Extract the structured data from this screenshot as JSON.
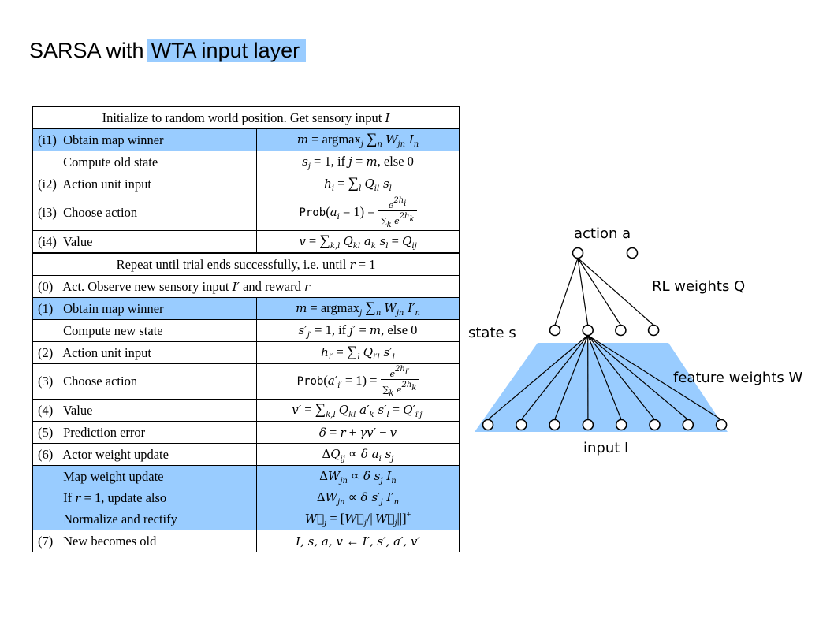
{
  "title": {
    "plain": "SARSA with",
    "highlight": "WTA input layer"
  },
  "table1": {
    "header": "Initialize to random world position. Get sensory input I",
    "rows": [
      {
        "num": "(i1)",
        "label": "Obtain map winner",
        "formula": "m = argmax_j Σ_n W_jn I_n",
        "highlight": true
      },
      {
        "num": "",
        "label": "Compute old state",
        "formula": "s_j = 1, if j = m, else 0",
        "highlight": false
      },
      {
        "num": "(i2)",
        "label": "Action unit input",
        "formula": "h_i = Σ_l Q_il s_l",
        "highlight": false
      },
      {
        "num": "(i3)",
        "label": "Choose action",
        "formula": "Prob(a_i = 1) = e^{2h_i} / Σ_k e^{2h_k}",
        "highlight": false
      },
      {
        "num": "(i4)",
        "label": "Value",
        "formula": "v = Σ_{k,l} Q_kl a_k s_l = Q_ij",
        "highlight": false
      }
    ]
  },
  "table2": {
    "header": "Repeat until trial ends successfully, i.e. until r = 1",
    "rows": [
      {
        "num": "(0)",
        "label": "Act. Observe new sensory input I′ and reward r",
        "formula": "",
        "span": true,
        "highlight": false
      },
      {
        "num": "(1)",
        "label": "Obtain map winner",
        "formula": "m = argmax_j Σ_n W_jn I′_n",
        "highlight": true
      },
      {
        "num": "",
        "label": "Compute new state",
        "formula": "s′_j′ = 1, if j′ = m, else 0",
        "highlight": false
      },
      {
        "num": "(2)",
        "label": "Action unit input",
        "formula": "h_i′ = Σ_l Q_i′l s′_l",
        "highlight": false
      },
      {
        "num": "(3)",
        "label": "Choose action",
        "formula": "Prob(a′_i′ = 1) = e^{2h_i′} / Σ_k e^{2h_k}",
        "highlight": false
      },
      {
        "num": "(4)",
        "label": "Value",
        "formula": "v′ = Σ_{k,l} Q_kl a′_k s′_l = Q′_i′j′",
        "highlight": false
      },
      {
        "num": "(5)",
        "label": "Prediction error",
        "formula": "δ = r + γv′ − v",
        "highlight": false
      },
      {
        "num": "(6)",
        "label": "Actor weight update",
        "formula": "ΔQ_ij ∝ δ a_i s_j",
        "highlight": false
      },
      {
        "num": "",
        "label": "Map weight update",
        "formula": "ΔW_jn ∝ δ s_j I_n",
        "highlight": true
      },
      {
        "num": "",
        "label": "If r = 1, update also",
        "formula": "ΔW_jn ∝ δ s′_j I′_n",
        "highlight": true
      },
      {
        "num": "",
        "label": "Normalize and rectify",
        "formula": "W⃗_j = [W⃗_j / ||W⃗_j||]⁺",
        "highlight": true
      },
      {
        "num": "(7)",
        "label": "New becomes old",
        "formula": "I, s, a, v ← I′, s′, a′, v′",
        "highlight": false
      }
    ]
  },
  "diagram": {
    "action_label": "action a",
    "rl_weights_label": "RL weights Q",
    "state_label": "state s",
    "feature_weights_label": "feature weights W",
    "input_label": "input I",
    "layers": {
      "action_units": 2,
      "state_units": 4,
      "input_units": 8
    },
    "fill_color": "#99ccff"
  }
}
